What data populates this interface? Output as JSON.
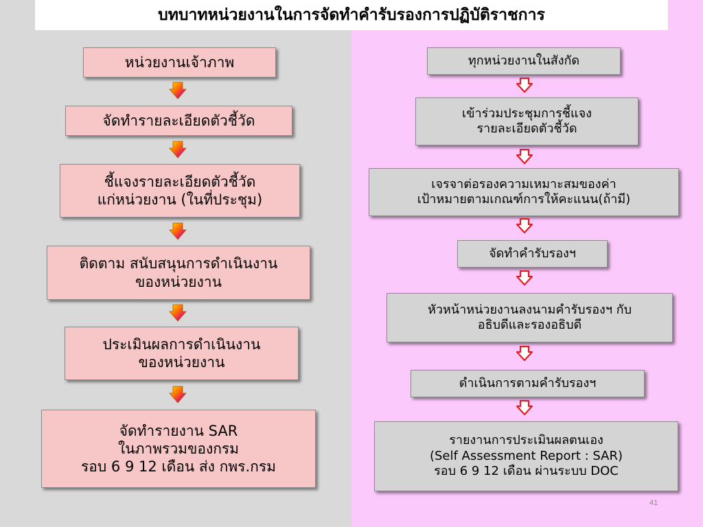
{
  "title": "บทบาทหน่วยงานในการจัดทำคำรับรองการปฏิบัติราชการ",
  "left_steps": [
    {
      "lines": [
        "หน่วยงานเจ้าภาพ"
      ]
    },
    {
      "lines": [
        "จัดทำรายละเอียดตัวชี้วัด"
      ]
    },
    {
      "lines": [
        "ชี้แจงรายละเอียดตัวชี้วัด",
        "แก่หน่วยงาน (ในที่ประชุม)"
      ]
    },
    {
      "lines": [
        "ติดตาม สนับสนุนการดำเนินงาน",
        "ของหน่วยงาน"
      ]
    },
    {
      "lines": [
        "ประเมินผลการดำเนินงาน",
        "ของหน่วยงาน"
      ]
    },
    {
      "lines": [
        "จัดทำรายงาน SAR",
        "ในภาพรวมของกรม",
        "รอบ 6 9 12 เดือน ส่ง กพร.กรม"
      ]
    }
  ],
  "right_steps": [
    {
      "lines": [
        "ทุกหน่วยงานในสังกัด"
      ]
    },
    {
      "lines": [
        "เข้าร่วมประชุมการชี้แจง",
        "รายละเอียดตัวชี้วัด"
      ]
    },
    {
      "lines": [
        "เจรจาต่อรองความเหมาะสมของค่า",
        "เป้าหมายตามเกณฑ์การให้คะแนน(ถ้ามี)"
      ]
    },
    {
      "lines": [
        "จัดทำคำรับรองฯ"
      ]
    },
    {
      "lines": [
        "หัวหน้าหน่วยงานลงนามคำรับรองฯ กับ",
        "อธิบดีและรองอธิบดี"
      ]
    },
    {
      "lines": [
        "ดำเนินการตามคำรับรองฯ"
      ]
    },
    {
      "lines": [
        "รายงานการประเมินผลตนเอง",
        "(Self Assessment Report : SAR)",
        "รอบ 6 9 12 เดือน ผ่านระบบ DOC"
      ]
    }
  ],
  "page_number": "41",
  "colors": {
    "left_bg": "#d9d9d9",
    "right_bg": "#fcc9fc",
    "pink_box": "#f7c6c7",
    "gray_box": "#d4d4d4",
    "arrow_red": "#e31b23"
  }
}
